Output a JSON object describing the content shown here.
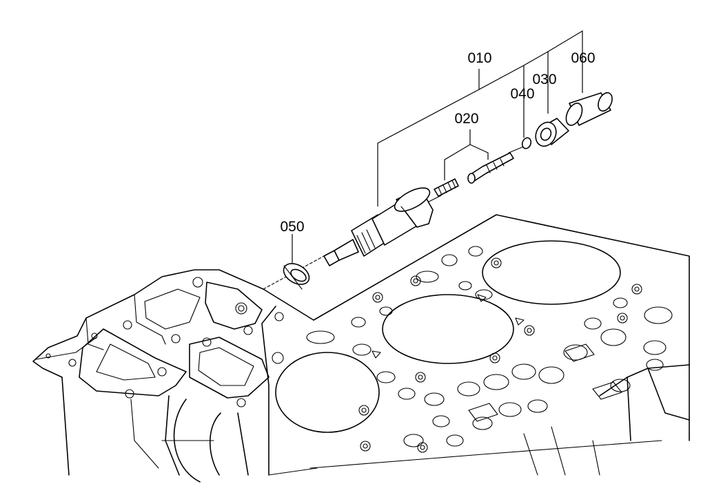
{
  "diagram": {
    "callouts": [
      {
        "id": "p010",
        "label": "010"
      },
      {
        "id": "p020",
        "label": "020"
      },
      {
        "id": "p030",
        "label": "030"
      },
      {
        "id": "p040",
        "label": "040"
      },
      {
        "id": "p050",
        "label": "050"
      },
      {
        "id": "p060",
        "label": "060"
      }
    ]
  }
}
